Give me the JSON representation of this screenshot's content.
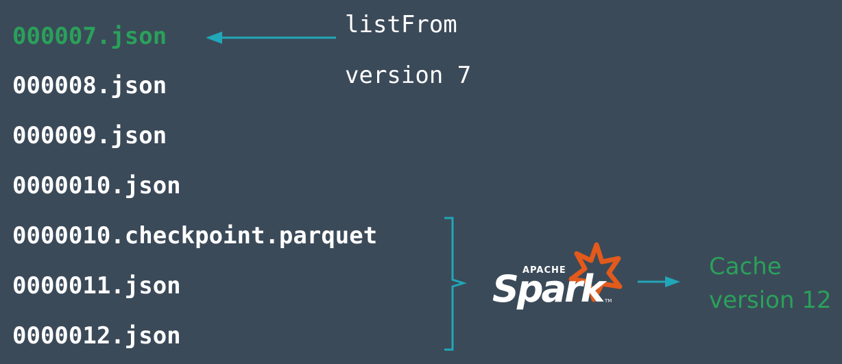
{
  "files": [
    {
      "name": "000007.json",
      "highlight": true
    },
    {
      "name": "000008.json",
      "highlight": false
    },
    {
      "name": "000009.json",
      "highlight": false
    },
    {
      "name": "0000010.json",
      "highlight": false
    },
    {
      "name": "0000010.checkpoint.parquet",
      "highlight": false
    },
    {
      "name": "0000011.json",
      "highlight": false
    },
    {
      "name": "0000012.json",
      "highlight": false
    }
  ],
  "annotation": {
    "line1": "listFrom",
    "line2": "version 7"
  },
  "logo": {
    "top_text": "APACHE",
    "main_text": "Spark",
    "tm": "TM"
  },
  "cache": {
    "line1": "Cache",
    "line2": "version 12"
  },
  "colors": {
    "background": "#3b4a59",
    "highlight_green": "#2aa15a",
    "arrow_teal": "#20a7b8",
    "spark_orange": "#e25a1c",
    "text": "#ffffff"
  }
}
